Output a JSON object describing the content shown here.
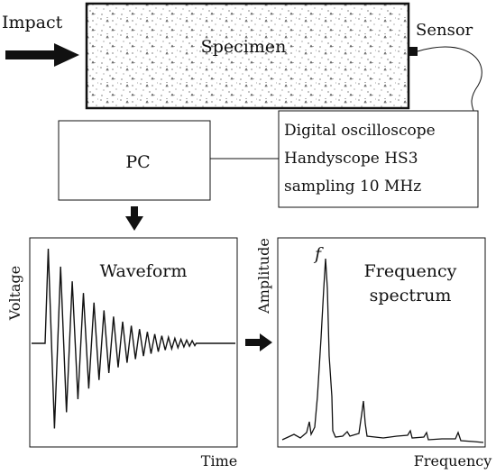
{
  "labels": {
    "impact": "Impact",
    "specimen": "Specimen",
    "sensor": "Sensor",
    "pc": "PC",
    "oscilloscope_line1": "Digital oscilloscope",
    "oscilloscope_line2": "Handyscope HS3",
    "oscilloscope_line3": "sampling 10 MHz",
    "waveform_title": "Waveform",
    "waveform_ylabel": "Voltage",
    "waveform_xlabel": "Time",
    "spectrum_title_line1": "Frequency",
    "spectrum_title_line2": "spectrum",
    "spectrum_ylabel": "Amplitude",
    "spectrum_xlabel": "Frequency",
    "peak_label": "f"
  },
  "colors": {
    "ink": "#111111",
    "background": "#ffffff"
  }
}
